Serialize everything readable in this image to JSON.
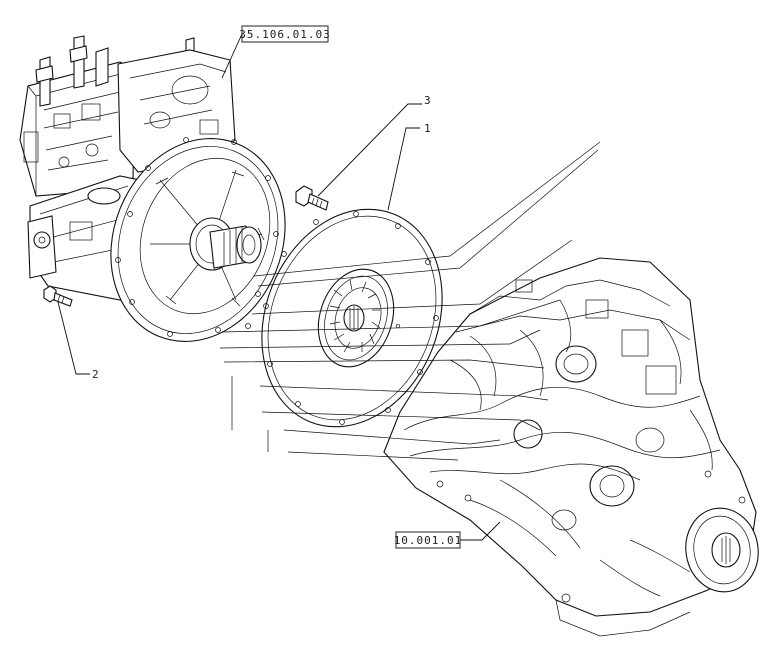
{
  "callouts": {
    "pump_ref": "35.106.01.03",
    "bolt_top": "3",
    "flywheel": "1",
    "bolt_left": "2",
    "engine_ref": "10.001.01"
  }
}
